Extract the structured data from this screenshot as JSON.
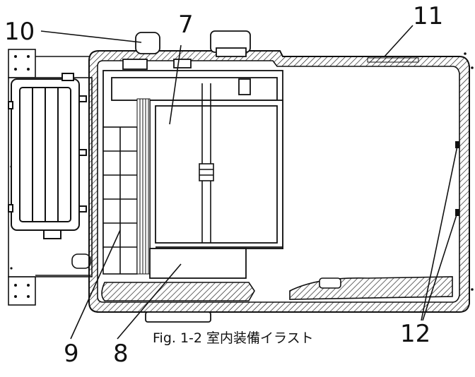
{
  "figure": {
    "caption": "Fig. 1-2  室内装備イラスト"
  },
  "callouts": {
    "c10": "10",
    "c7": "7",
    "c11": "11",
    "c9": "9",
    "c8": "8",
    "c12": "12"
  }
}
